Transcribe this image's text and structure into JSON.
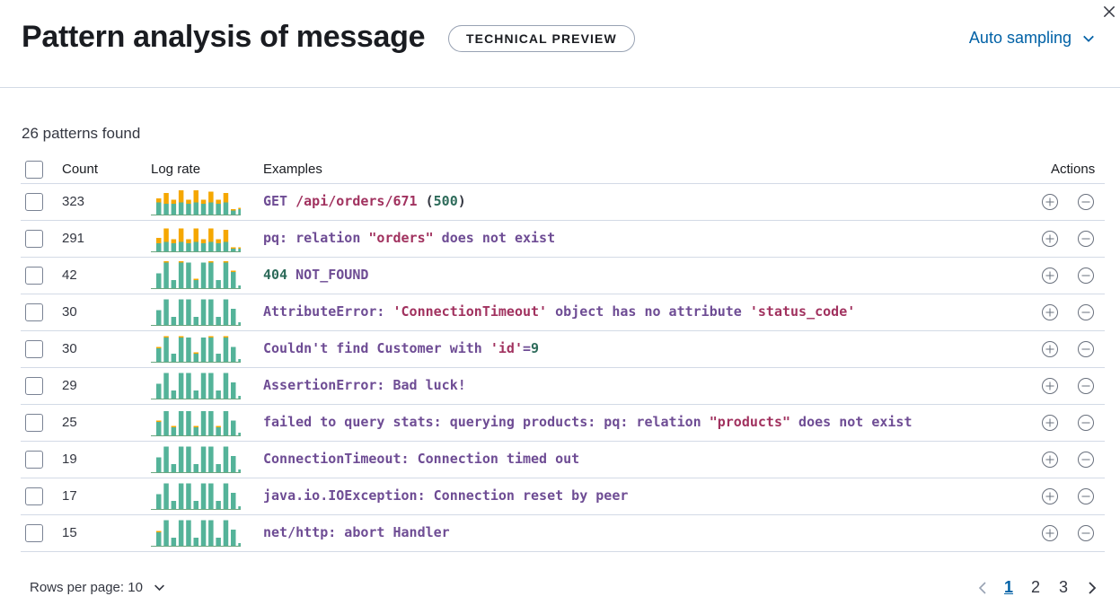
{
  "header": {
    "title": "Pattern analysis of message",
    "badge": "TECHNICAL PREVIEW",
    "sampling_label": "Auto sampling"
  },
  "summary": "26 patterns found",
  "table": {
    "columns": {
      "count": "Count",
      "log_rate": "Log rate",
      "examples": "Examples",
      "actions": "Actions"
    },
    "rows": [
      {
        "count": "323",
        "example": [
          [
            "GET ",
            "k"
          ],
          [
            "/api/orders/671",
            "s"
          ],
          [
            " (",
            "p"
          ],
          [
            "500",
            "n"
          ],
          [
            ")",
            "p"
          ]
        ]
      },
      {
        "count": "291",
        "example": [
          [
            "pq: relation ",
            "k"
          ],
          [
            "\"orders\"",
            "s"
          ],
          [
            " does not exist",
            "k"
          ]
        ]
      },
      {
        "count": "42",
        "example": [
          [
            "404",
            "n"
          ],
          [
            " NOT_FOUND",
            "k"
          ]
        ]
      },
      {
        "count": "30",
        "example": [
          [
            "AttributeError: ",
            "k"
          ],
          [
            "'ConnectionTimeout'",
            "s"
          ],
          [
            " object has no attribute ",
            "k"
          ],
          [
            "'status_code'",
            "s"
          ]
        ]
      },
      {
        "count": "30",
        "example": [
          [
            "Couldn't find Customer with ",
            "k"
          ],
          [
            "'id'",
            "s"
          ],
          [
            "=",
            "k"
          ],
          [
            "9",
            "n"
          ]
        ]
      },
      {
        "count": "29",
        "example": [
          [
            "AssertionError: Bad luck!",
            "k"
          ]
        ]
      },
      {
        "count": "25",
        "example": [
          [
            "failed to query stats: querying products: pq: relation ",
            "k"
          ],
          [
            "\"products\"",
            "s"
          ],
          [
            " does not exist",
            "k"
          ]
        ]
      },
      {
        "count": "19",
        "example": [
          [
            "ConnectionTimeout: Connection timed out",
            "k"
          ]
        ]
      },
      {
        "count": "17",
        "example": [
          [
            "java.io.IOException: Connection reset by peer",
            "k"
          ]
        ]
      },
      {
        "count": "15",
        "example": [
          [
            "net/http: abort Handler",
            "k"
          ]
        ]
      }
    ]
  },
  "sparkline_colors": {
    "base": "#54b399",
    "highlight": "#f5a700",
    "axis": "#6ba57f"
  },
  "sparklines": [
    {
      "a": [
        0.45,
        0.4,
        0.4,
        0.45,
        0.4,
        0.45,
        0.4,
        0.45,
        0.4,
        0.45,
        0.15,
        0.2
      ],
      "b": [
        0.15,
        0.4,
        0.15,
        0.45,
        0.15,
        0.45,
        0.15,
        0.4,
        0.15,
        0.35,
        0.05,
        0.05
      ]
    },
    {
      "a": [
        0.3,
        0.35,
        0.3,
        0.35,
        0.3,
        0.35,
        0.3,
        0.35,
        0.3,
        0.35,
        0.1,
        0.1
      ],
      "b": [
        0.2,
        0.5,
        0.15,
        0.5,
        0.15,
        0.5,
        0.15,
        0.5,
        0.15,
        0.45,
        0.05,
        0.05
      ]
    },
    {
      "a": [
        0.55,
        0.95,
        0.3,
        0.95,
        0.95,
        0.3,
        0.95,
        0.95,
        0.3,
        0.95,
        0.6,
        0.1
      ],
      "b": [
        0,
        0.05,
        0,
        0.05,
        0,
        0.05,
        0,
        0.05,
        0,
        0.05,
        0.05,
        0
      ]
    },
    {
      "a": [
        0.55,
        0.95,
        0.3,
        0.95,
        0.95,
        0.3,
        0.95,
        0.95,
        0.3,
        0.95,
        0.6,
        0.1
      ],
      "b": [
        0,
        0,
        0,
        0,
        0,
        0,
        0,
        0,
        0,
        0,
        0,
        0
      ]
    },
    {
      "a": [
        0.5,
        0.9,
        0.3,
        0.9,
        0.9,
        0.3,
        0.9,
        0.9,
        0.3,
        0.9,
        0.55,
        0.1
      ],
      "b": [
        0.05,
        0.05,
        0,
        0.05,
        0,
        0.05,
        0,
        0.05,
        0,
        0.05,
        0,
        0
      ]
    },
    {
      "a": [
        0.55,
        0.95,
        0.3,
        0.95,
        0.95,
        0.3,
        0.95,
        0.95,
        0.3,
        0.95,
        0.6,
        0.1
      ],
      "b": [
        0,
        0,
        0,
        0,
        0,
        0,
        0,
        0,
        0,
        0,
        0,
        0
      ]
    },
    {
      "a": [
        0.5,
        0.9,
        0.3,
        0.9,
        0.9,
        0.3,
        0.9,
        0.9,
        0.3,
        0.9,
        0.55,
        0.1
      ],
      "b": [
        0.05,
        0,
        0.05,
        0,
        0,
        0.05,
        0,
        0,
        0.05,
        0,
        0,
        0
      ]
    },
    {
      "a": [
        0.55,
        0.95,
        0.3,
        0.95,
        0.95,
        0.3,
        0.95,
        0.95,
        0.3,
        0.95,
        0.6,
        0.1
      ],
      "b": [
        0,
        0,
        0,
        0,
        0,
        0,
        0,
        0,
        0,
        0,
        0,
        0
      ]
    },
    {
      "a": [
        0.55,
        0.95,
        0.3,
        0.95,
        0.95,
        0.3,
        0.95,
        0.95,
        0.3,
        0.95,
        0.6,
        0.1
      ],
      "b": [
        0,
        0,
        0,
        0,
        0,
        0,
        0,
        0,
        0,
        0,
        0,
        0
      ]
    },
    {
      "a": [
        0.5,
        0.95,
        0.3,
        0.95,
        0.95,
        0.3,
        0.95,
        0.95,
        0.3,
        0.95,
        0.6,
        0.1
      ],
      "b": [
        0.05,
        0,
        0,
        0,
        0,
        0,
        0,
        0,
        0,
        0,
        0,
        0
      ]
    }
  ],
  "footer": {
    "rows_per_page": "Rows per page: 10",
    "pages": [
      "1",
      "2",
      "3"
    ],
    "active_page": "1"
  },
  "icons": {
    "close": "close-icon",
    "sampling_chevron": "chevron-down-icon",
    "rows_chevron": "chevron-down-icon",
    "add_action": "plus-in-circle-icon",
    "remove_action": "minus-in-circle-icon",
    "prev_page": "chevron-left-icon",
    "next_page": "chevron-right-icon"
  }
}
